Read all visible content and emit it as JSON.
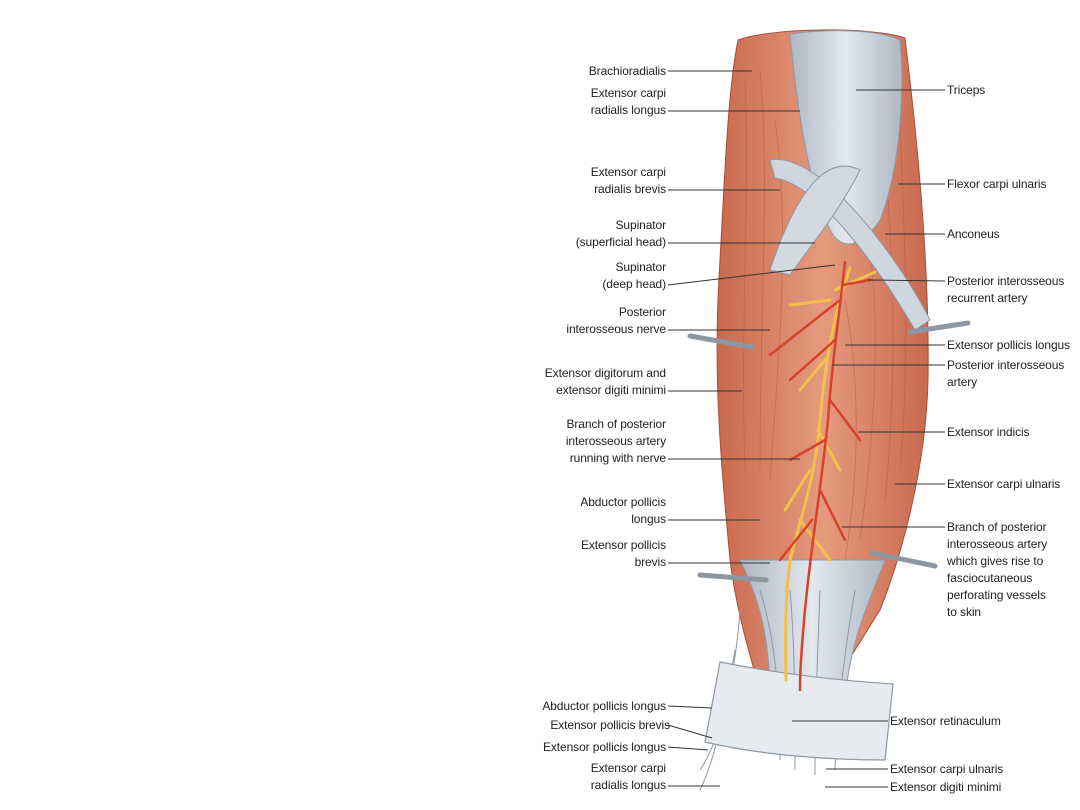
{
  "labels_left": {
    "brachioradialis": [
      "Brachioradialis"
    ],
    "ecrl": [
      "Extensor carpi",
      "radialis longus"
    ],
    "ecrb": [
      "Extensor carpi",
      "radialis brevis"
    ],
    "supinator_sup": [
      "Supinator",
      "(superficial head)"
    ],
    "supinator_deep": [
      "Supinator",
      "(deep head)"
    ],
    "pin": [
      "Posterior",
      "interosseous nerve"
    ],
    "edm": [
      "Extensor digitorum and",
      "extensor digiti minimi"
    ],
    "branch_nerve": [
      "Branch of posterior",
      "interosseous artery",
      "running with nerve"
    ],
    "apl": [
      "Abductor pollicis",
      "longus"
    ],
    "epb": [
      "Extensor pollicis",
      "brevis"
    ],
    "apl_low": [
      "Abductor pollicis longus"
    ],
    "epb_low": [
      "Extensor pollicis brevis"
    ],
    "epl_low": [
      "Extensor pollicis longus"
    ],
    "ecrl_low": [
      "Extensor carpi",
      "radialis longus"
    ]
  },
  "labels_right": {
    "triceps": [
      "Triceps"
    ],
    "fcu": [
      "Flexor carpi ulnaris"
    ],
    "anconeus": [
      "Anconeus"
    ],
    "pira": [
      "Posterior interosseous",
      "recurrent artery"
    ],
    "epl": [
      "Extensor pollicis longus"
    ],
    "pia": [
      "Posterior interosseous",
      "artery"
    ],
    "ei": [
      "Extensor indicis"
    ],
    "ecu": [
      "Extensor carpi ulnaris"
    ],
    "branch_fascio": [
      "Branch of posterior",
      "interosseous artery",
      "which gives rise to",
      "fasciocutaneous",
      "perforating vessels",
      "to skin"
    ],
    "retinaculum": [
      "Extensor retinaculum"
    ],
    "ecu_low": [
      "Extensor carpi ulnaris"
    ],
    "edm_low": [
      "Extensor digiti minimi"
    ]
  },
  "colors": {
    "muscle": "#d9866b",
    "muscle_dark": "#b9573f",
    "tendon": "#c5ccd6",
    "artery": "#d8412b",
    "nerve": "#f2c14a",
    "leader": "#333333"
  }
}
